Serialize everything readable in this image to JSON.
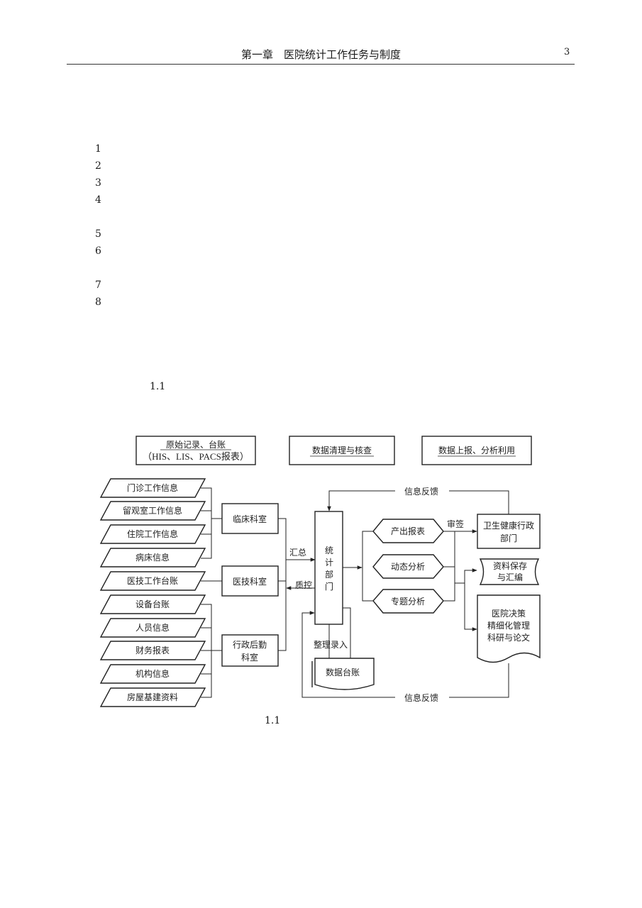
{
  "header": {
    "title": "第一章　医院统计工作任务与制度",
    "page_number": "3"
  },
  "list_numbers": [
    "1",
    "2",
    "3",
    "4",
    "5",
    "6",
    "7",
    "8"
  ],
  "figure_ref": "1.1",
  "figure_caption": "1.1",
  "diagram": {
    "stage_headers": {
      "stage1_line1": "原始记录、台账",
      "stage1_line2": "（HIS、LIS、PACS报表）",
      "stage2": "数据清理与核查",
      "stage3": "数据上报、分析利用"
    },
    "sources": [
      "门诊工作信息",
      "留观室工作信息",
      "住院工作信息",
      "病床信息",
      "医技工作台账",
      "设备台账",
      "人员信息",
      "财务报表",
      "机构信息",
      "房屋基建资料"
    ],
    "departments": {
      "clinical": "临床科室",
      "medtech": "医技科室",
      "admin_line1": "行政后勤",
      "admin_line2": "科室"
    },
    "stats_dept_chars": [
      "统",
      "计",
      "部",
      "门"
    ],
    "arrow_labels": {
      "summary": "汇总",
      "qc": "质控",
      "entry": "整理录入",
      "feedback_top": "信息反馈",
      "feedback_bottom": "信息反馈",
      "review": "审签"
    },
    "ledger": "数据台账",
    "outputs": [
      "产出报表",
      "动态分析",
      "专题分析"
    ],
    "health_admin_line1": "卫生健康行政",
    "health_admin_line2": "部门",
    "archive_line1": "资料保存",
    "archive_line2": "与汇编",
    "decision_lines": [
      "医院决策",
      "精细化管理",
      "科研与论文"
    ]
  }
}
